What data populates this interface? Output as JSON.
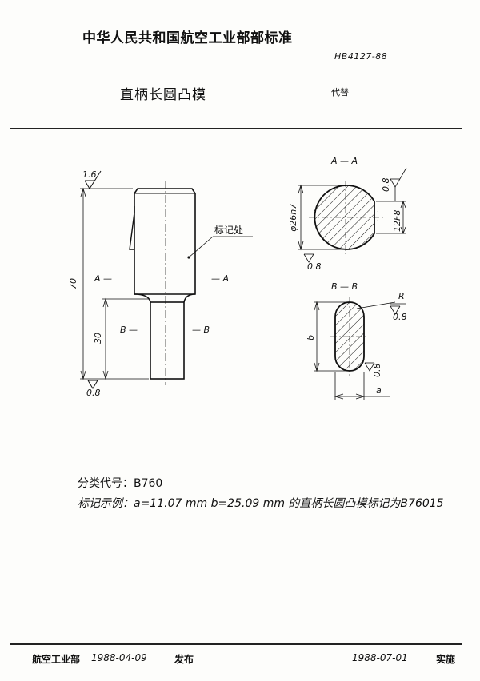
{
  "header": {
    "organization": "中华人民共和国航空工业部部标准",
    "standard_number": "HB4127-88",
    "title": "直柄长圆凸模",
    "replaces": "代替"
  },
  "drawing": {
    "roughness_top": "1.6",
    "roughness_bottom": "0.8",
    "dim_total_length": "70",
    "dim_shank_length": "30",
    "marking_label": "标记处",
    "section_a_left": "A —",
    "section_a_right": "— A",
    "section_b_left": "B —",
    "section_b_right": "— B",
    "section_aa_title": "A — A",
    "section_bb_title": "B — B",
    "dim_diameter": "φ26h7",
    "dim_flat": "12F8",
    "roughness_aa_right": "0.8",
    "roughness_aa_bottom": "0.8",
    "radius_label": "R",
    "roughness_bb_radius": "0.8",
    "roughness_bb_side": "0.8",
    "dim_b": "b",
    "dim_a": "a"
  },
  "notes": {
    "classification": "分类代号：B760",
    "marking_example": "标记示例：a=11.07 mm  b=25.09 mm 的直柄长圆凸模标记为B76015"
  },
  "footer": {
    "issuer": "航空工业部",
    "issue_date": "1988-04-09",
    "issue_word": "发布",
    "effective_date": "1988-07-01",
    "effective_word": "实施"
  }
}
